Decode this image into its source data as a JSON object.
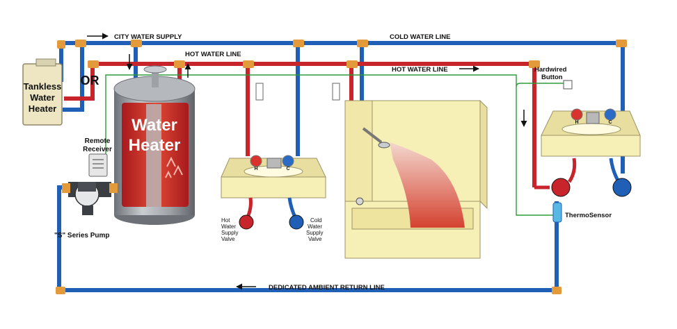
{
  "labels": {
    "city_water_supply": "CITY WATER SUPPLY",
    "cold_water_line": "COLD WATER LINE",
    "hot_water_line_top": "HOT WATER LINE",
    "hot_water_line_mid": "HOT WATER LINE",
    "dedicated_return": "DEDICATED AMBIENT RETURN LINE",
    "or": "OR",
    "tankless_1": "Tankless",
    "tankless_2": "Water",
    "tankless_3": "Heater",
    "water_heater_1": "Water",
    "water_heater_2": "Heater",
    "remote_1": "Remote",
    "remote_2": "Receiver",
    "pump": "\"S\" Series Pump",
    "hardwired_1": "Hardwired",
    "hardwired_2": "Button",
    "thermosensor": "ThermoSensor",
    "hot_valve_1": "Hot",
    "hot_valve_2": "Water",
    "hot_valve_3": "Supply",
    "hot_valve_4": "Valve",
    "cold_valve_1": "Cold",
    "cold_valve_2": "Water",
    "cold_valve_3": "Supply",
    "cold_valve_4": "Valve",
    "faucet_h": "H",
    "faucet_c": "C"
  },
  "colors": {
    "cold_pipe": "#1f5fb5",
    "hot_pipe": "#c8242b",
    "signal_line": "#2e9a3a",
    "fitting": "#e39a3a",
    "fixture": "#f6efb6",
    "tank": "#8a8e93"
  }
}
